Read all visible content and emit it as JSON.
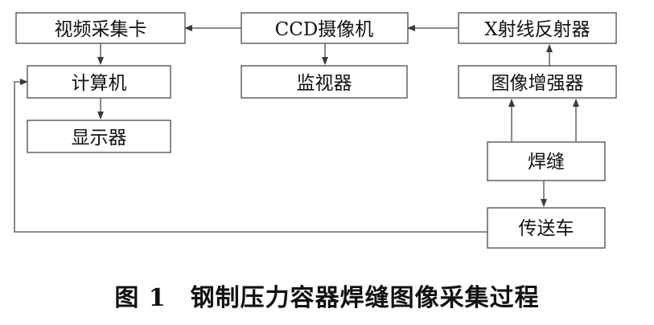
{
  "diagram": {
    "nodes": {
      "capture_card": "视频采集卡",
      "ccd_camera": "CCD摄像机",
      "xray_source": "X射线反射器",
      "computer": "计算机",
      "monitor": "监视器",
      "image_intensifier": "图像增强器",
      "display": "显示器",
      "weld_seam": "焊缝",
      "conveyor": "传送车"
    },
    "edges": [
      {
        "from": "ccd_camera",
        "to": "capture_card"
      },
      {
        "from": "xray_source",
        "to": "ccd_camera"
      },
      {
        "from": "capture_card",
        "to": "computer"
      },
      {
        "from": "ccd_camera",
        "to": "monitor"
      },
      {
        "from": "image_intensifier",
        "to": "xray_source"
      },
      {
        "from": "computer",
        "to": "display"
      },
      {
        "from": "weld_seam",
        "to": "image_intensifier"
      },
      {
        "from": "weld_seam",
        "to": "conveyor"
      },
      {
        "from": "conveyor",
        "to": "computer"
      }
    ]
  },
  "caption": {
    "figure_number": "图 1",
    "title": "钢制压力容器焊缝图像采集过程"
  }
}
